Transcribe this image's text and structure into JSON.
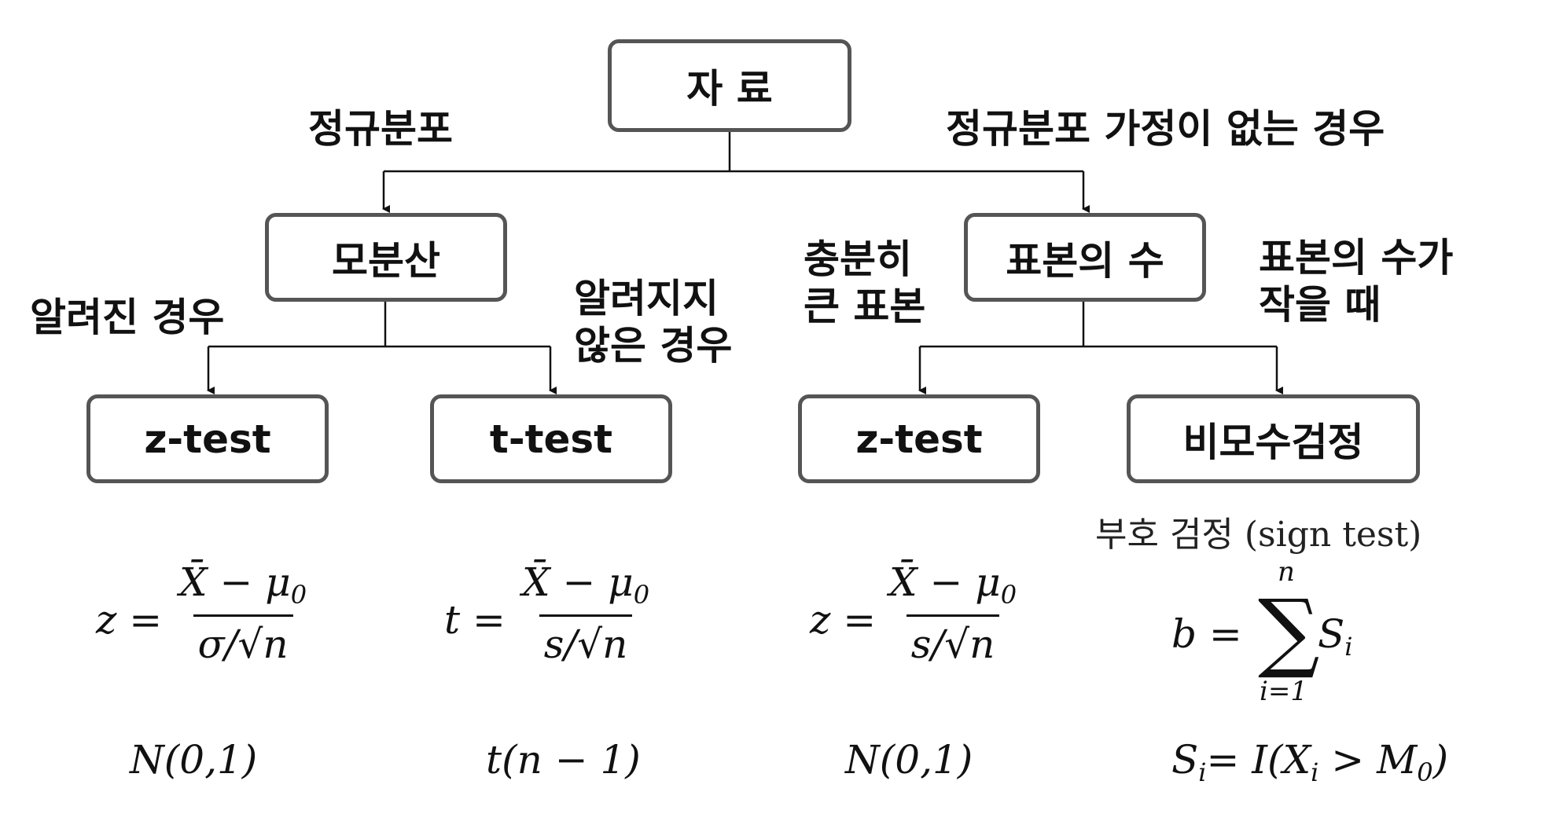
{
  "nodes": {
    "root": "자 료",
    "population_variance": "모분산",
    "sample_size": "표본의 수",
    "z_test_known": "z-test",
    "t_test": "t-test",
    "z_test_large": "z-test",
    "nonparametric": "비모수검정"
  },
  "edges": {
    "normal": "정규분포",
    "no_normal": "정규분포 가정이 없는 경우",
    "known": "알려진 경우",
    "unknown": "알려지지\n않은 경우",
    "large": "충분히\n큰 표본",
    "small": "표본의 수가\n작을 때"
  },
  "formulas": {
    "z_known": {
      "lhs": "z",
      "num": "X̄ − μ",
      "num_sub": "0",
      "den": "σ/√n"
    },
    "t_unknown": {
      "lhs": "t",
      "num": "X̄ − μ",
      "num_sub": "0",
      "den": "s/√n"
    },
    "z_large": {
      "lhs": "z",
      "num": "X̄ − μ",
      "num_sub": "0",
      "den": "s/√n"
    },
    "sign": {
      "lhs": "b =",
      "sum_top": "n",
      "sum_bottom": "i=1",
      "term": "S",
      "term_sub": "i"
    }
  },
  "sign_test_label": "부호 검정 (sign test)",
  "distributions": {
    "z_known": "N(0,1)",
    "t_unknown": "t(n − 1)",
    "z_large": "N(0,1)",
    "sign_indicator": {
      "lhs": "S",
      "lhs_sub": "i",
      "mid": "= I(X",
      "mid_sub": "i",
      "rhs": "> M",
      "rhs_sub": "0",
      "end": ")"
    }
  }
}
